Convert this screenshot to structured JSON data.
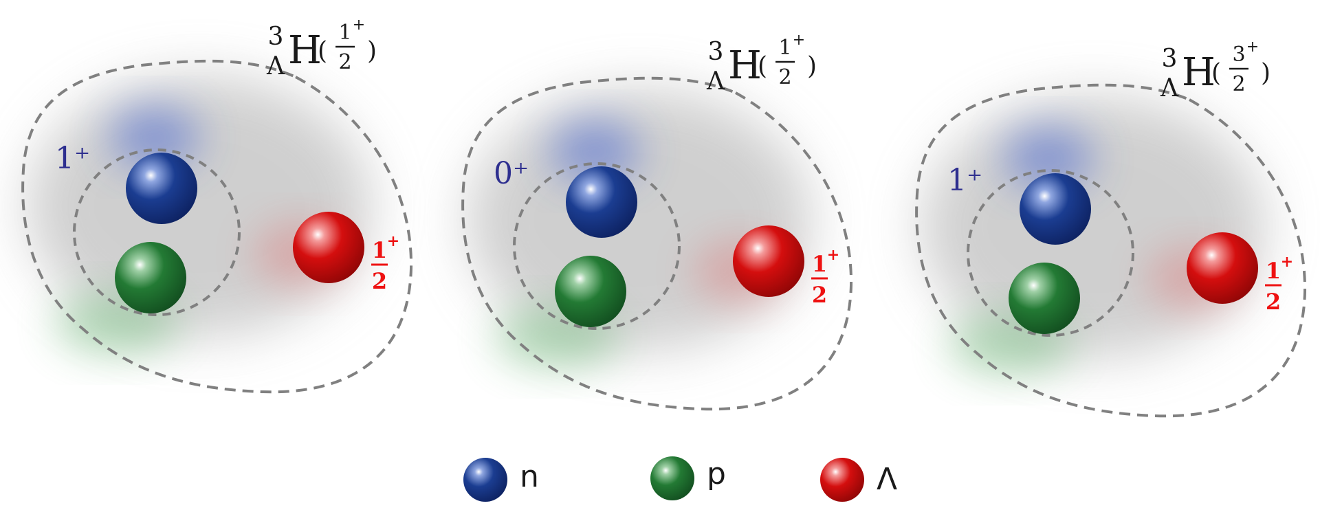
{
  "colors": {
    "neutron": "#1b3d91",
    "proton": "#237a34",
    "lambda": "#d40e0e",
    "diquark_spin": "#2e2f8f",
    "lambda_spin": "#ee1111",
    "dashed": "#808080",
    "text": "#1a1a1a"
  },
  "panels": [
    {
      "nucleus": {
        "mass_number": "3",
        "hyperon": "Λ",
        "element": "H",
        "spin_num": "1",
        "spin_parity": "+",
        "spin_den": "2"
      },
      "diquark_spin": "1⁺",
      "lambda_spin": {
        "num": "1",
        "parity": "+",
        "den": "2"
      }
    },
    {
      "nucleus": {
        "mass_number": "3",
        "hyperon": "Λ",
        "element": "H",
        "spin_num": "1",
        "spin_parity": "+",
        "spin_den": "2"
      },
      "diquark_spin": "0⁺",
      "lambda_spin": {
        "num": "1",
        "parity": "+",
        "den": "2"
      }
    },
    {
      "nucleus": {
        "mass_number": "3",
        "hyperon": "Λ",
        "element": "H",
        "spin_num": "3",
        "spin_parity": "+",
        "spin_den": "2"
      },
      "diquark_spin": "1⁺",
      "lambda_spin": {
        "num": "1",
        "parity": "+",
        "den": "2"
      }
    }
  ],
  "legend": [
    {
      "label": "n",
      "particle": "neutron"
    },
    {
      "label": "p",
      "particle": "proton"
    },
    {
      "label": "Λ",
      "particle": "lambda"
    }
  ]
}
